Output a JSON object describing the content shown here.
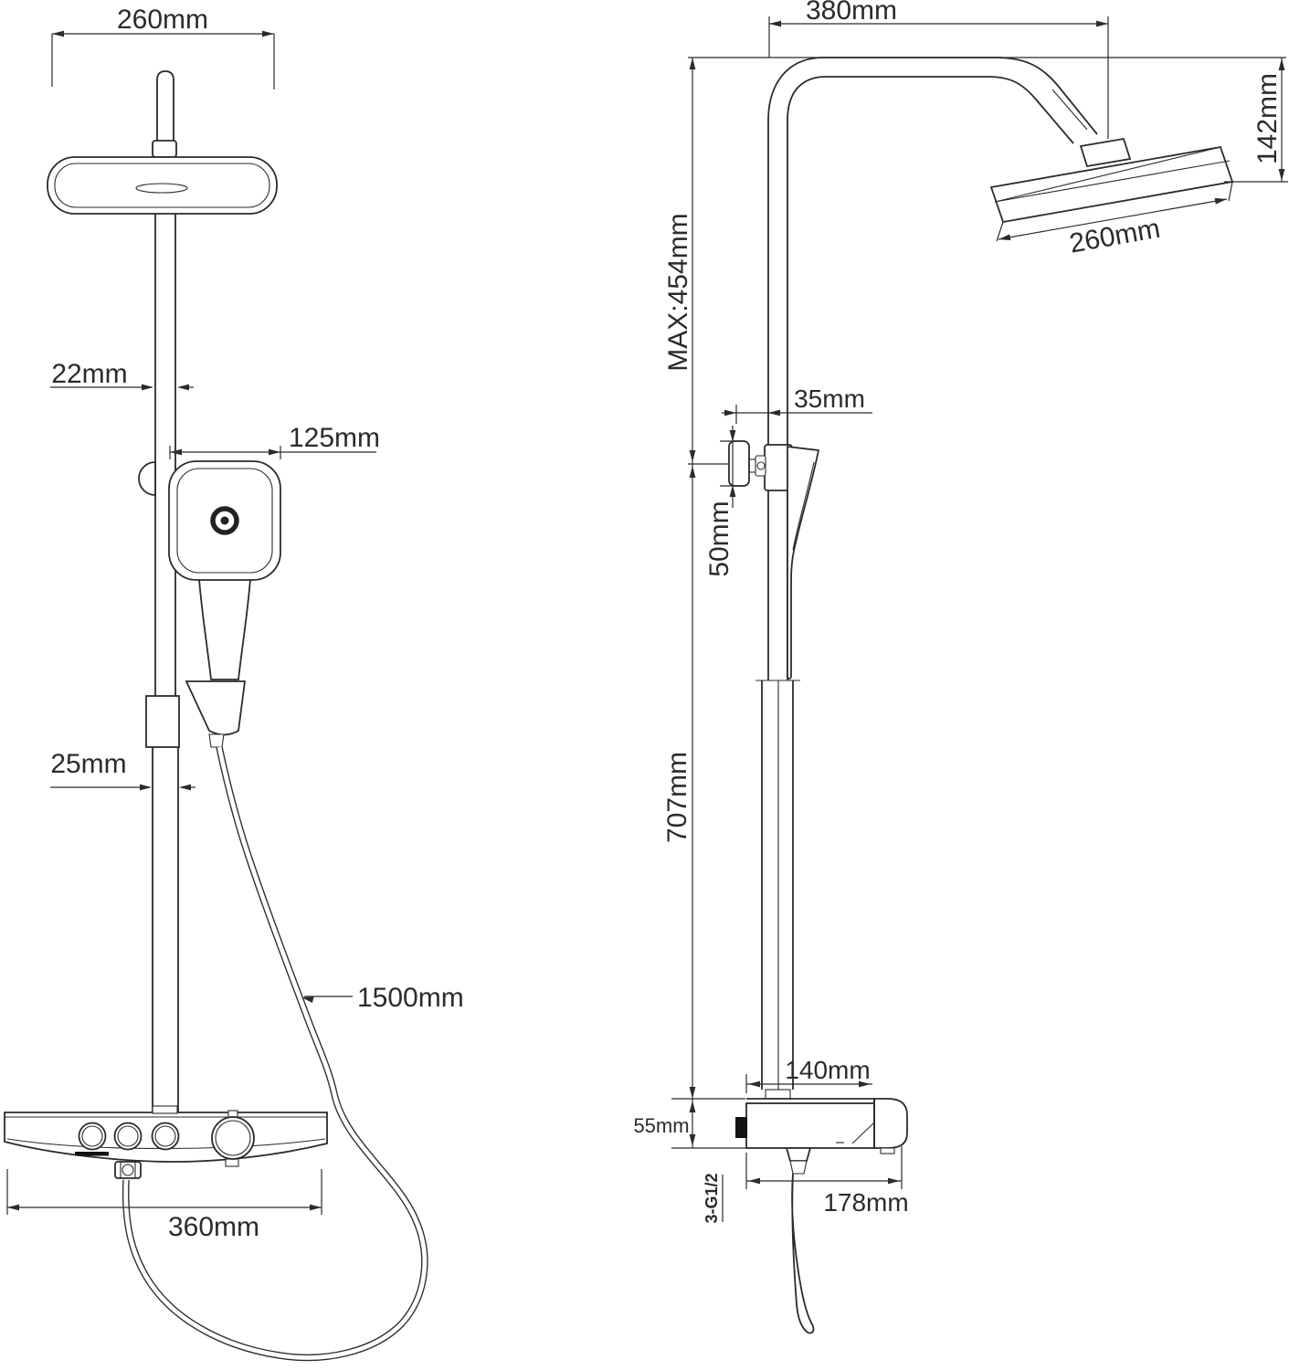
{
  "drawing": {
    "title": "shower-system-dimension-drawing",
    "front": {
      "head_width": "260mm",
      "pipe_diameter": "22mm",
      "handshower_width": "125mm",
      "slidebar_diameter": "25mm",
      "hose_length": "1500mm",
      "shelf_width": "360mm"
    },
    "side": {
      "arm_reach": "380mm",
      "head_drop": "142mm",
      "head_width": "260mm",
      "max_extension": "MAX:454mm",
      "bracket_offset": "35mm",
      "bracket_height": "50mm",
      "bar_height": "707mm",
      "valve_top_width": "140mm",
      "valve_height": "55mm",
      "thread_note": "3-G1/2",
      "valve_width": "178mm"
    }
  },
  "colors": {
    "line": "#2b2b2b",
    "text": "#2b2b2b",
    "background": "#ffffff",
    "inlet_fill": "#111111"
  }
}
